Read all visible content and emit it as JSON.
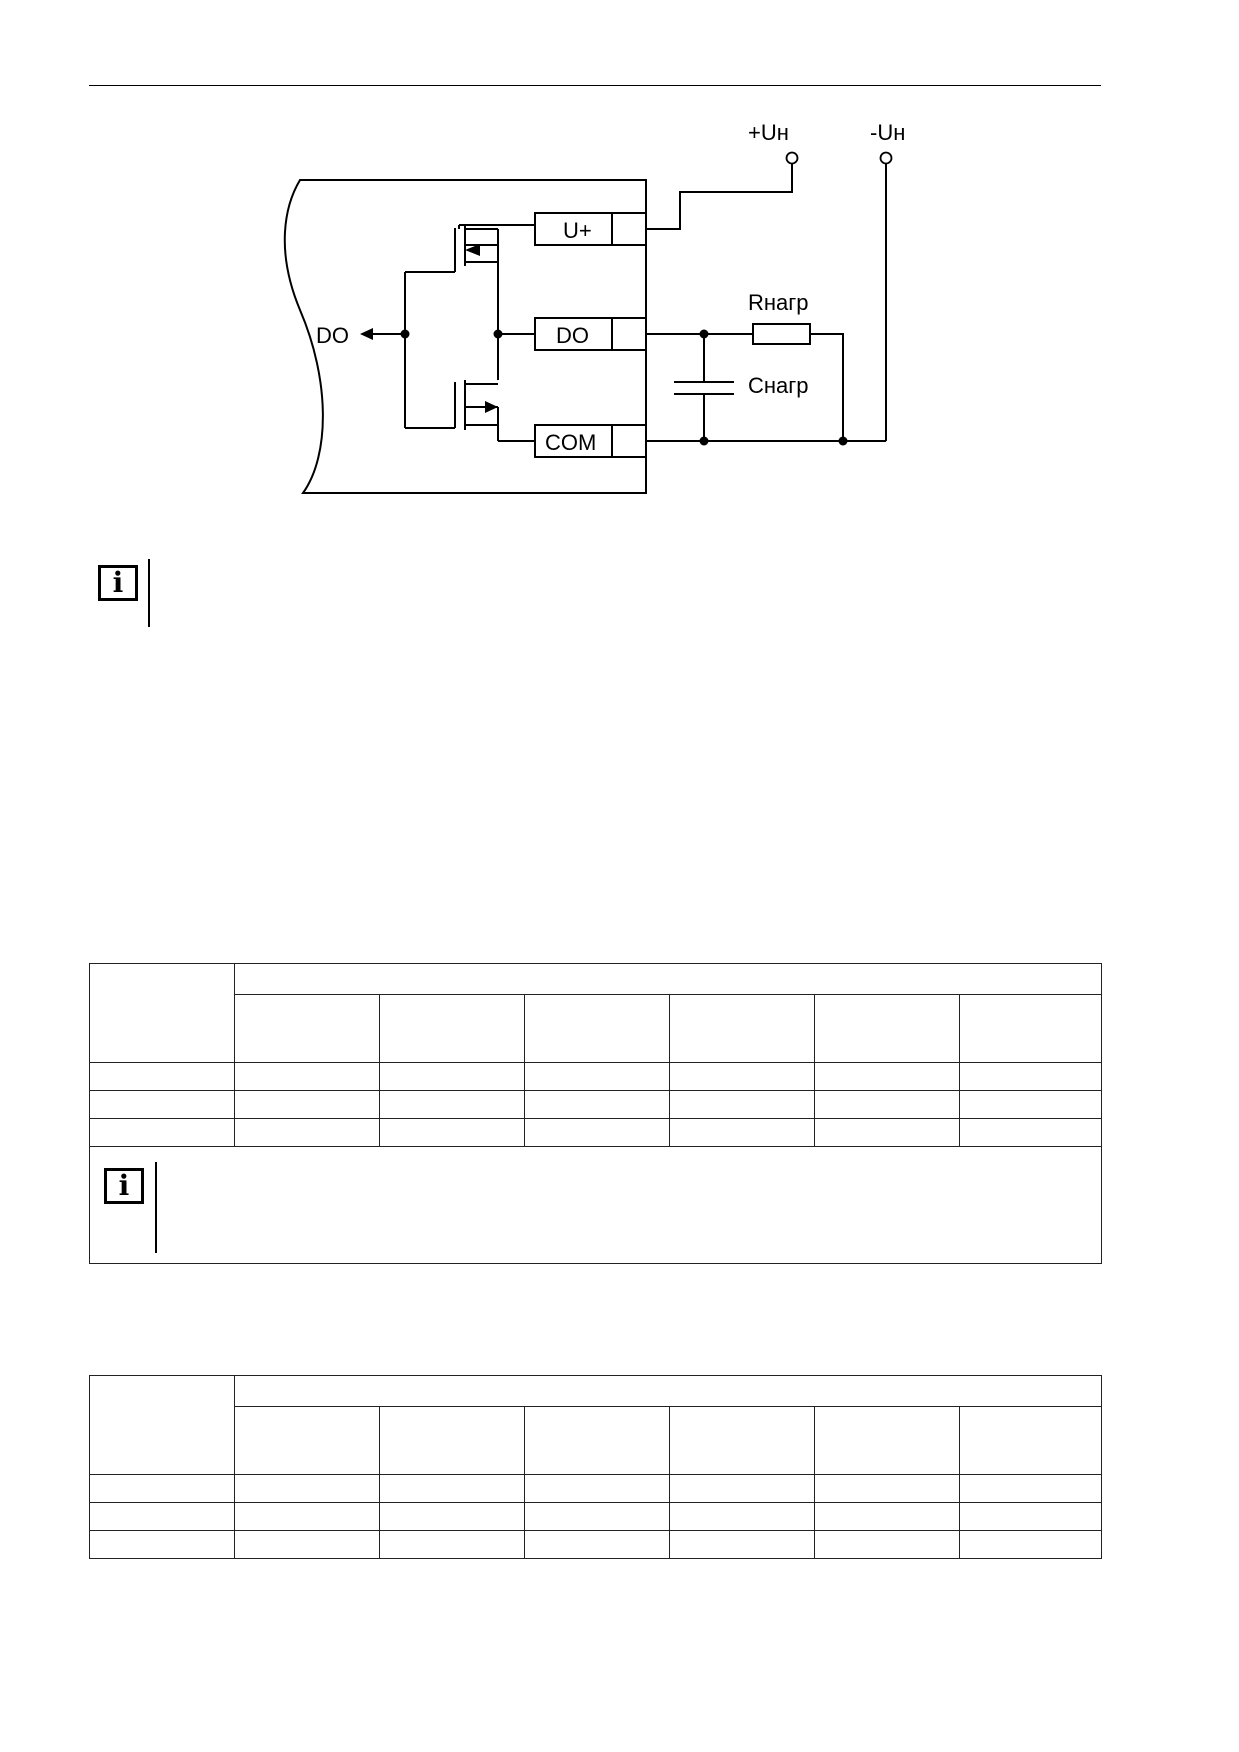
{
  "diagram": {
    "labels": {
      "plus_un": "+Uн",
      "minus_un": "-Uн",
      "terminal_uplus": "U+",
      "terminal_do": "DO",
      "terminal_com": "COM",
      "do_output": "DO",
      "r_load": "Rнагр",
      "c_load": "Cнагр"
    }
  },
  "notes": [
    {
      "icon": "info-icon"
    },
    {
      "icon": "info-icon"
    }
  ],
  "tables": [
    {
      "rows": 3,
      "columns": 6
    },
    {
      "rows": 3,
      "columns": 6
    }
  ]
}
